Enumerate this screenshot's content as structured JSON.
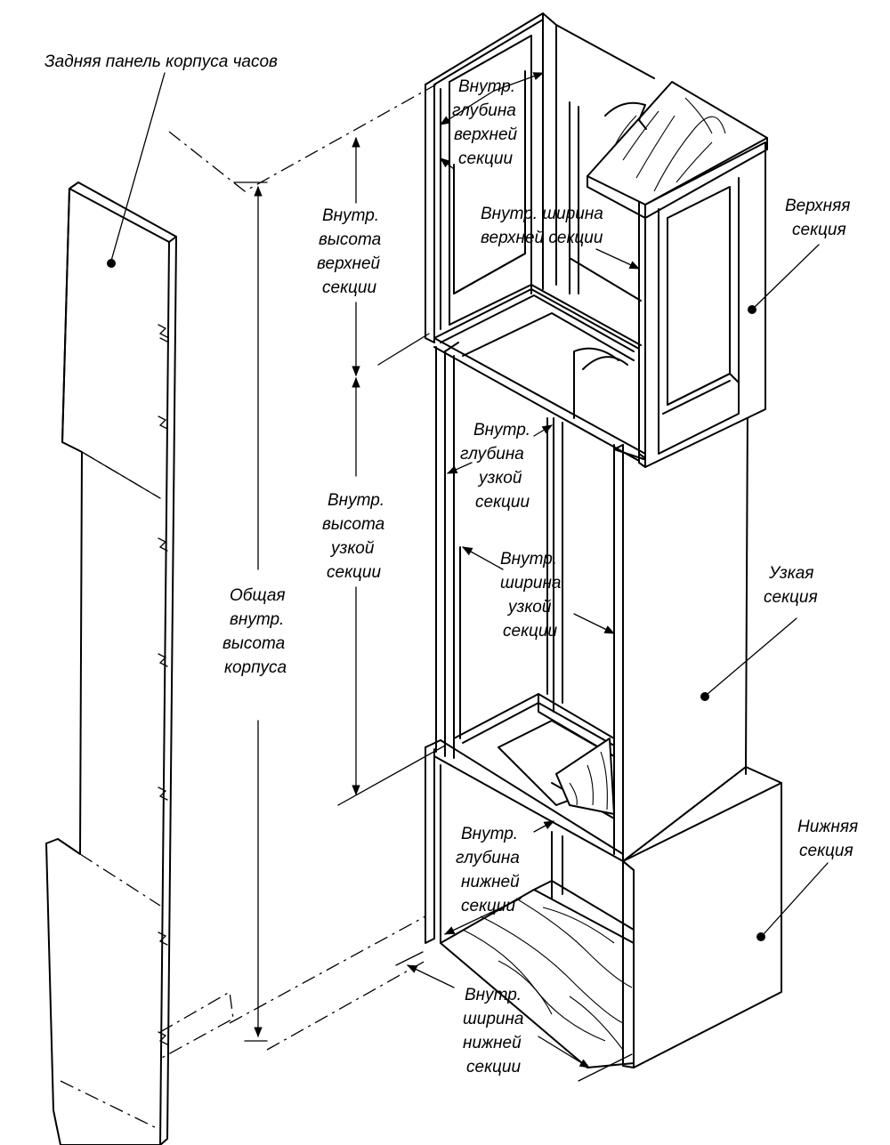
{
  "labels": {
    "back_panel": "Задняя панель корпуса часов",
    "upper_depth": [
      "Внутр.",
      "глубина",
      "верхней",
      "секции"
    ],
    "upper_height": [
      "Внутр.",
      "высота",
      "верхней",
      "секции"
    ],
    "upper_width": [
      "Внутр. ширина",
      "верхней секции"
    ],
    "upper_section": [
      "Верхняя",
      "секция"
    ],
    "narrow_depth": [
      "Внутр.",
      "глубина",
      "узкой",
      "секции"
    ],
    "narrow_height": [
      "Внутр.",
      "высота",
      "узкой",
      "секции"
    ],
    "narrow_width": [
      "Внутр.",
      "ширина",
      "узкой",
      "секции"
    ],
    "narrow_section": [
      "Узкая",
      "секция"
    ],
    "total_height": [
      "Общая",
      "внутр.",
      "высота",
      "корпуса"
    ],
    "lower_depth": [
      "Внутр.",
      "глубина",
      "нижней",
      "секции"
    ],
    "lower_section": [
      "Нижняя",
      "секция"
    ],
    "lower_width": [
      "Внутр.",
      "ширина",
      "нижней",
      "секции"
    ]
  }
}
